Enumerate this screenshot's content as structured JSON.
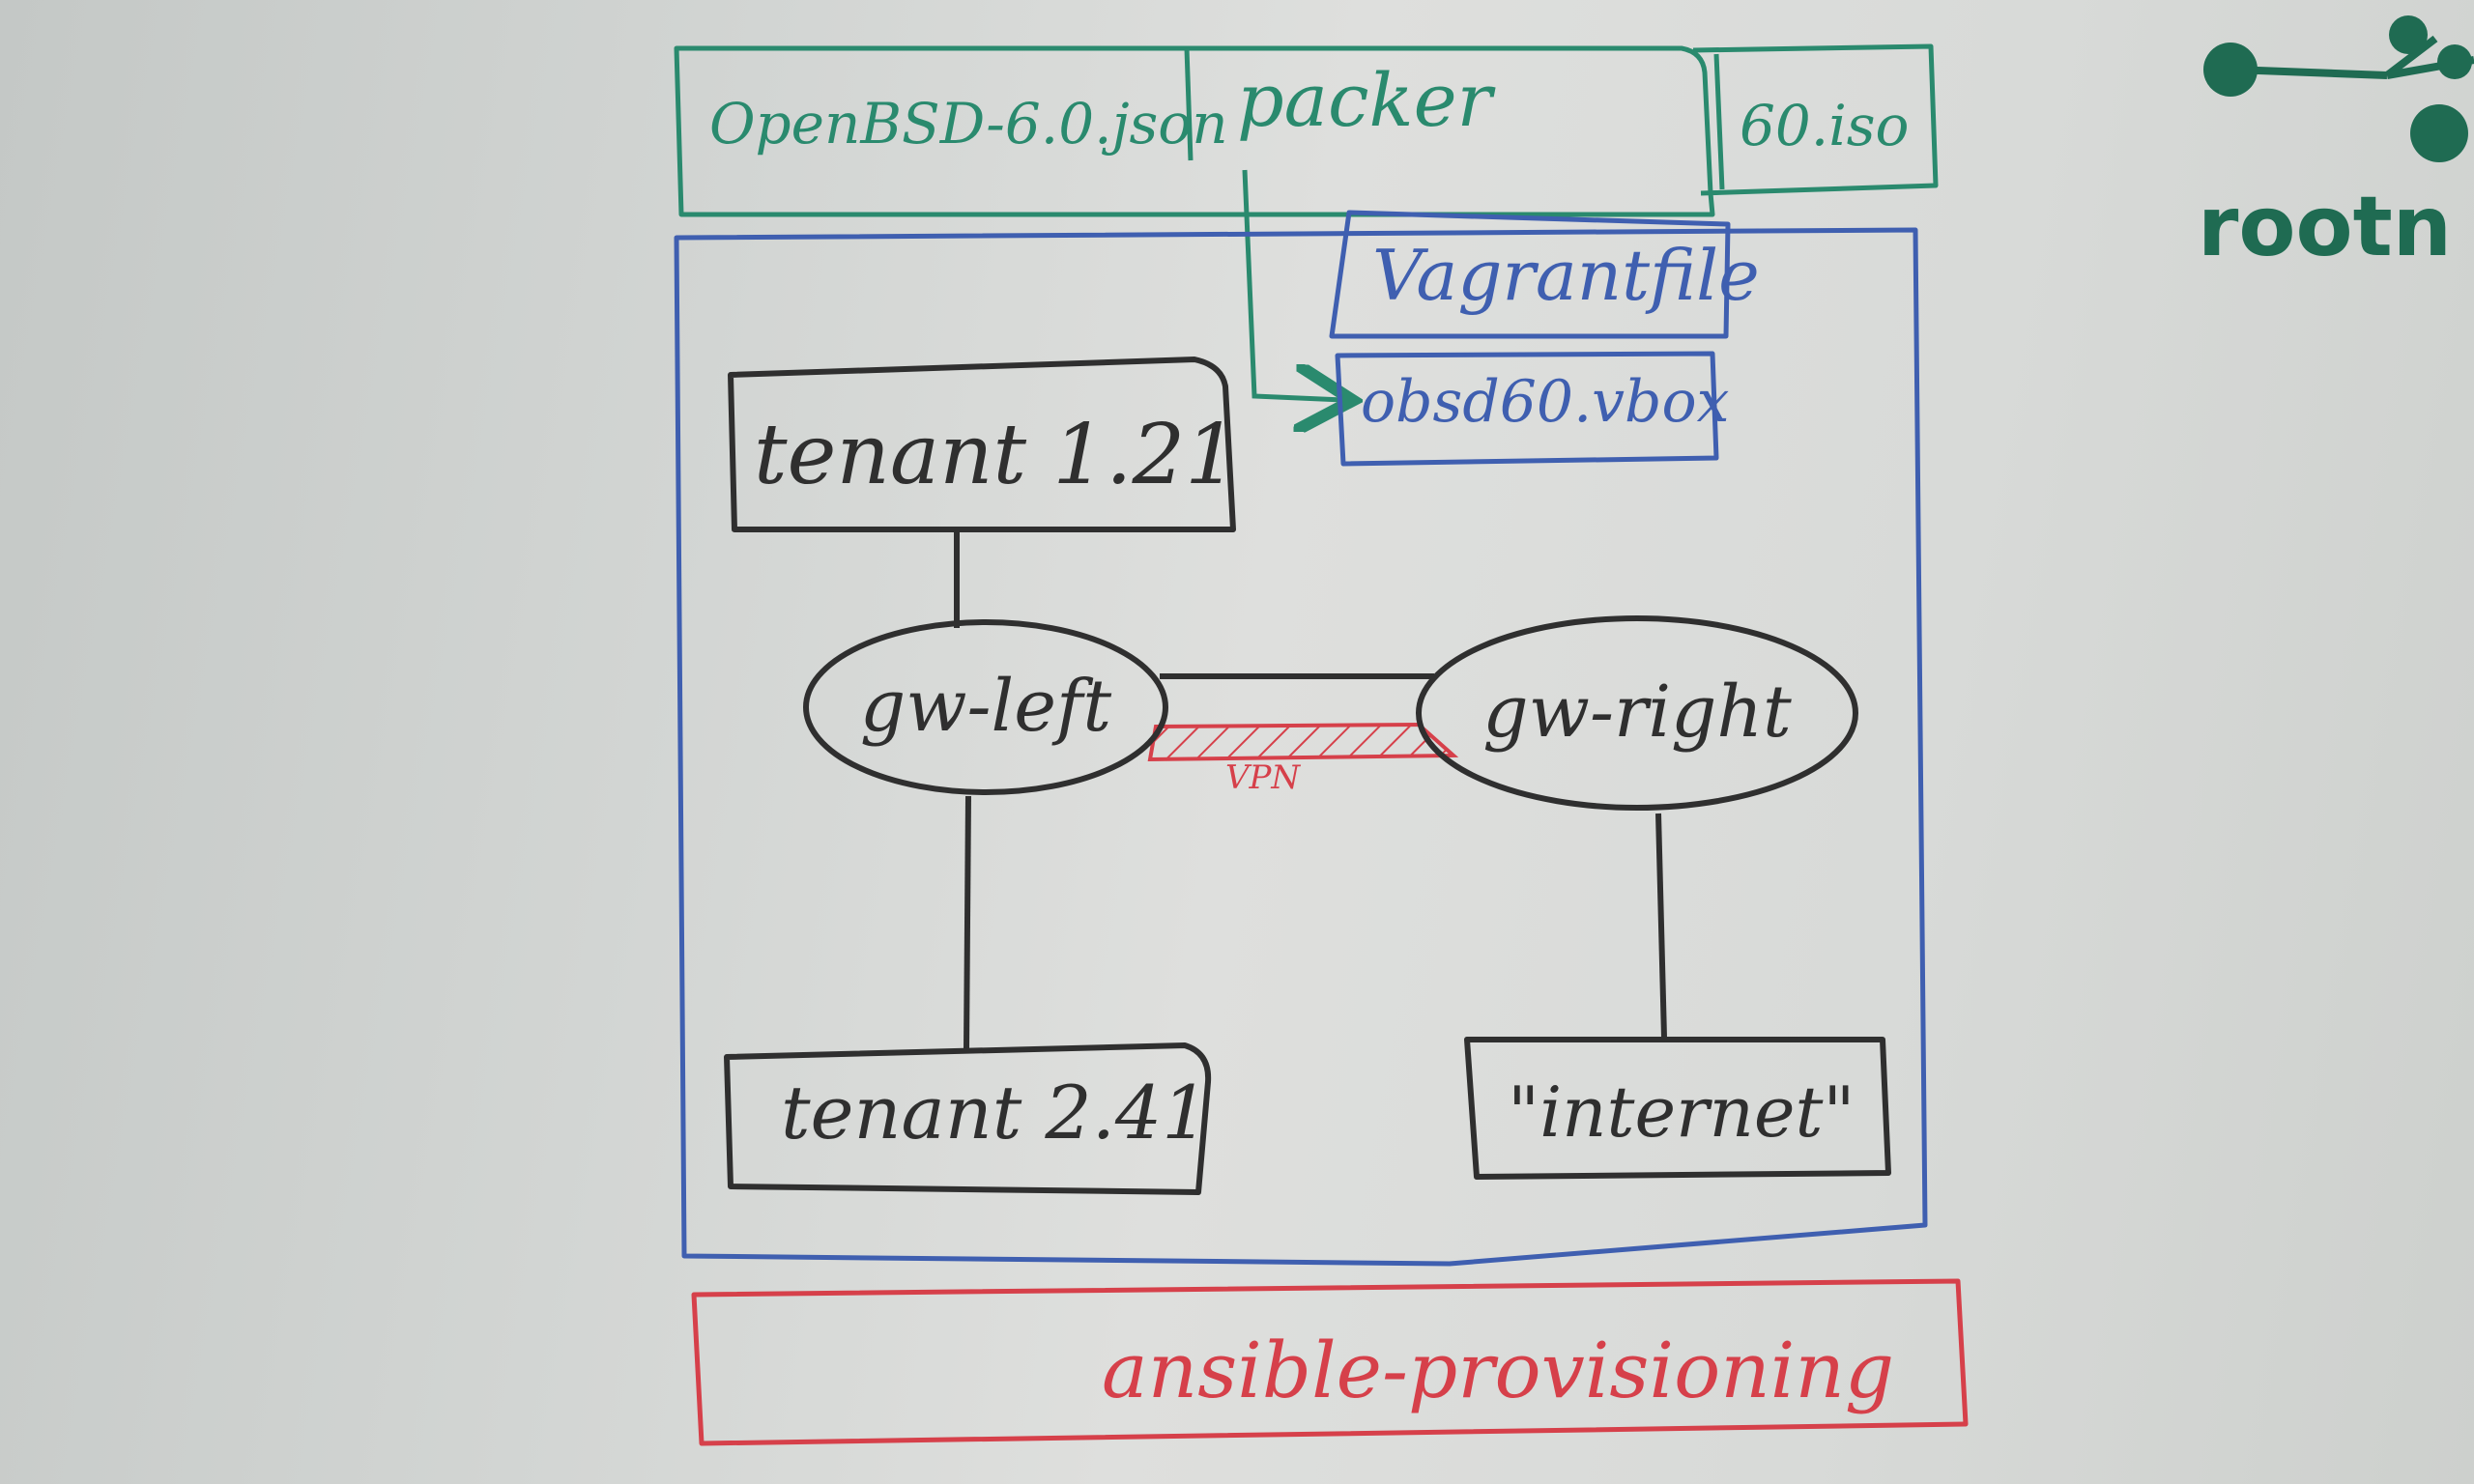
{
  "colors": {
    "ink_black": "#2f2f2f",
    "ink_green": "#2a8a6e",
    "ink_blue": "#3f5fb0",
    "ink_red": "#d6404a",
    "logo_green": "#1f6b52"
  },
  "packer_bar": {
    "json_label": "OpenBSD-6.0.json",
    "packer_label": "packer",
    "iso_label": "60.iso"
  },
  "vagrant": {
    "vagrantfile_label": "Vagrantfile",
    "vbox_label": "obsd60.vbox"
  },
  "nodes": {
    "tenant1": "tenant 1.21",
    "gw_left": "gw-left",
    "gw_right": "gw-right",
    "tenant2": "tenant 2.41",
    "internet": "\"internet\""
  },
  "links": {
    "vpn_label": "VPN"
  },
  "ansible": {
    "label": "ansible-provisioning"
  },
  "logo": {
    "text": "rootn",
    "icon": "network-nodes-icon"
  }
}
